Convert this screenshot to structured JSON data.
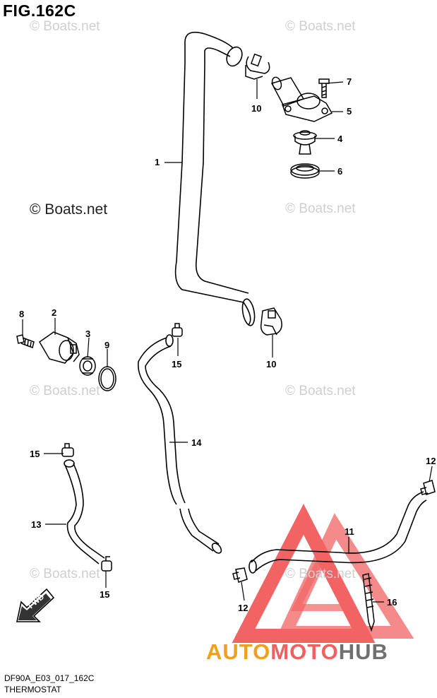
{
  "header": {
    "title": "FIG.162C"
  },
  "watermarks": [
    "© Boats.net",
    "© Boats.net",
    "© Boats.net",
    "© Boats.net",
    "© Boats.net",
    "© Boats.net",
    "© Boats.net",
    "© Boats.net"
  ],
  "callouts": [
    "1",
    "2",
    "3",
    "4",
    "5",
    "6",
    "7",
    "8",
    "9",
    "10",
    "10",
    "11",
    "12",
    "12",
    "13",
    "14",
    "15",
    "15",
    "15",
    "16"
  ],
  "fwd_label": "FWD",
  "footer": {
    "code": "DF90A_E03_017_162C",
    "subtitle": "THERMOSTAT"
  },
  "brand": {
    "part1": "AUTO",
    "part2": "MOTO",
    "part3": "HUB"
  },
  "colors": {
    "line": "#000000",
    "watermark": "#cfcfcf",
    "logo_red": "#f04848",
    "brand_orange": "#f0a020",
    "brand_gray": "#707070"
  }
}
